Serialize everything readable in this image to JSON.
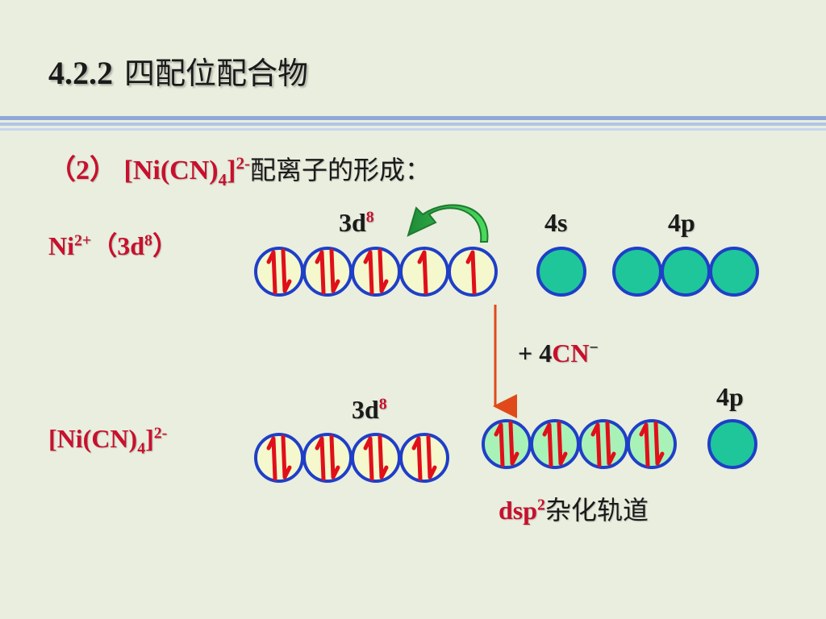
{
  "title": {
    "number": "4.2.2",
    "text": "四配位配合物"
  },
  "subtitle": {
    "prefix": "（2）",
    "complex_open": "[Ni(CN)",
    "complex_sub": "4",
    "complex_close": "]",
    "complex_charge": "2-",
    "text": "配离子的形成："
  },
  "ni_ion": {
    "symbol": "Ni",
    "charge": "2+",
    "config_open": "（3d",
    "config_sup": "8",
    "config_close": "）"
  },
  "complex_label": {
    "open": "[Ni(CN)",
    "sub": "4",
    "close": "]",
    "charge": "2-"
  },
  "orbital_labels": {
    "top_3d": "3d",
    "top_3d_sup": "8",
    "top_4s": "4s",
    "top_4p": "4p",
    "bottom_3d": "3d",
    "bottom_3d_sup": "8",
    "bottom_4p": "4p"
  },
  "reaction": {
    "plus": "+ 4",
    "ligand": "CN",
    "ligand_charge": "−"
  },
  "hybrid": {
    "name": "dsp",
    "name_sup": "2",
    "text": "杂化轨道"
  },
  "orbitals": {
    "ni_3d": [
      "paired",
      "paired",
      "paired",
      "up",
      "up"
    ],
    "ni_4s": [
      "empty"
    ],
    "ni_4p": [
      "empty",
      "empty",
      "empty"
    ],
    "complex_3d": [
      "paired",
      "paired",
      "paired",
      "paired"
    ],
    "complex_dsp2": [
      "paired",
      "paired",
      "paired",
      "paired"
    ],
    "complex_4p": [
      "empty"
    ]
  },
  "colors": {
    "orbital_border": "#1f3fc8",
    "orbital_fill_light": "#f4f8cc",
    "orbital_fill_teal": "#1fc69a",
    "orbital_fill_hybrid": "#a8f2b8",
    "electron_arrow": "#e0101a",
    "title_red": "#c8102e",
    "reaction_arrow": "#e04a1a",
    "curved_arrow_light": "#4bdc5c",
    "curved_arrow_dark": "#1e8a38"
  }
}
